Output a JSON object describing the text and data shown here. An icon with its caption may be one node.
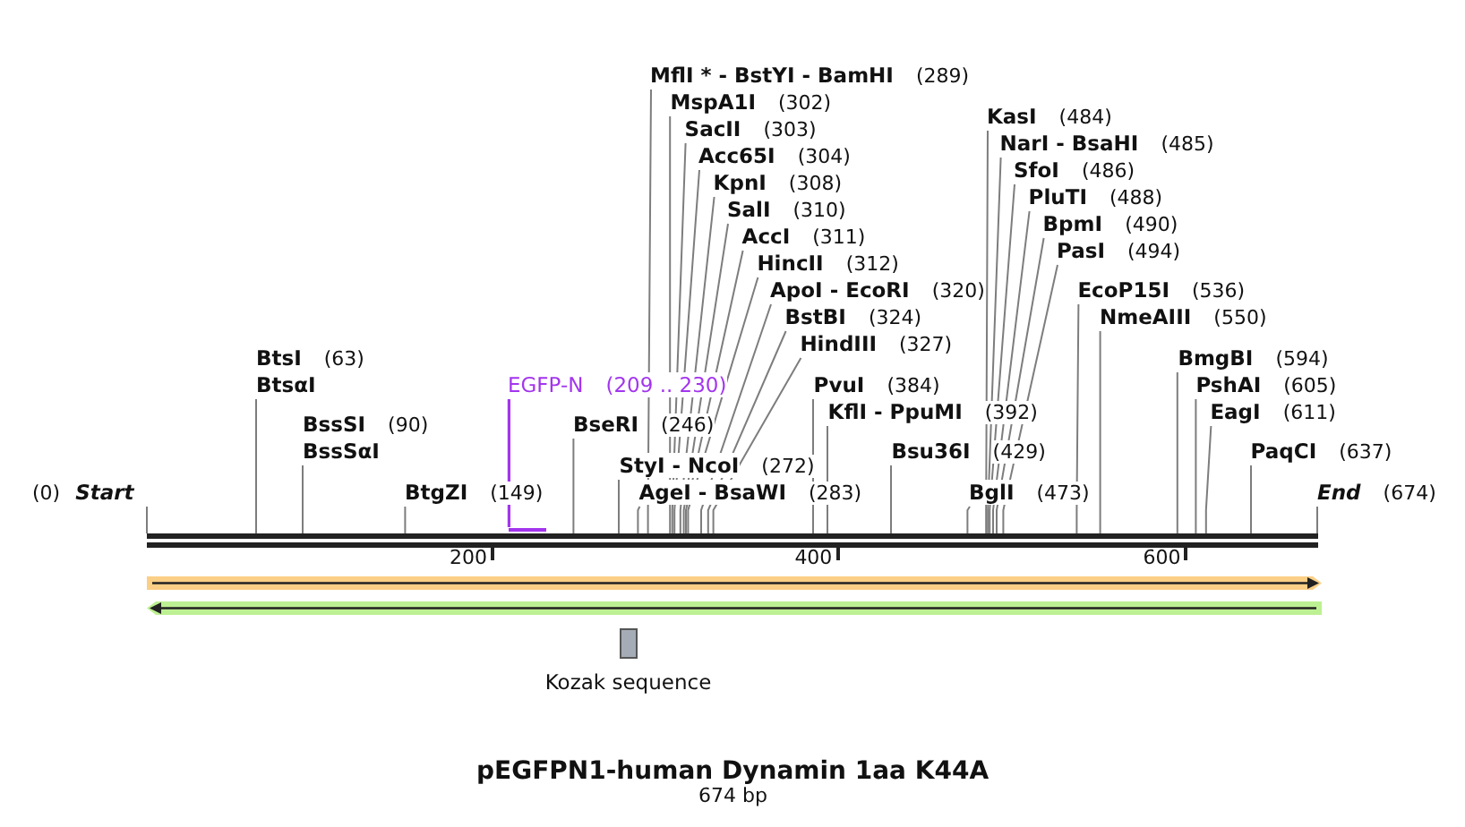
{
  "diagram": {
    "title": "pEGFPN1-human Dynamin 1aa K44A",
    "caption": "674 bp",
    "nodes": [
      {
        "text": [
          "MflI * - BstYI - BamHI",
          "(289)"
        ]
      },
      {
        "text": [
          "MspA1I",
          "(302)"
        ]
      },
      {
        "text": [
          "KasI",
          "(484)"
        ]
      },
      {
        "text": [
          "SacII",
          "(303)"
        ]
      },
      {
        "text": [
          "NarI - BsaHI",
          "(485)"
        ]
      },
      {
        "text": [
          "Acc65I",
          "(304)"
        ]
      },
      {
        "text": [
          "SfoI",
          "(486)"
        ]
      },
      {
        "text": [
          "KpnI",
          "(308)"
        ]
      },
      {
        "text": [
          "PluTI",
          "(488)"
        ]
      },
      {
        "text": [
          "SalI",
          "(310)"
        ]
      },
      {
        "text": [
          "BpmI",
          "(490)"
        ]
      },
      {
        "text": [
          "AccI",
          "(311)"
        ]
      },
      {
        "text": [
          "PasI",
          "(494)"
        ]
      },
      {
        "text": [
          "HincII",
          "(312)"
        ]
      },
      {
        "text": [
          "ApoI - EcoRI",
          "(320)"
        ]
      },
      {
        "text": [
          "EcoP15I",
          "(536)"
        ]
      },
      {
        "text": [
          "BstBI",
          "(324)"
        ]
      },
      {
        "text": [
          "NmeAIII",
          "(550)"
        ]
      },
      {
        "text": [
          "HindIII",
          "(327)"
        ]
      },
      {
        "text": [
          "BtsI",
          "(63)",
          "BtsαI"
        ]
      },
      {
        "text": [
          "BmgBI",
          "(594)"
        ]
      },
      {
        "text": [
          "EGFP-N",
          "(209 .. 230)"
        ]
      },
      {
        "text": [
          "PvuI",
          "(384)"
        ]
      },
      {
        "text": [
          "PshAI",
          "(605)"
        ]
      },
      {
        "text": [
          "KflI - PpuMI",
          "(392)"
        ]
      },
      {
        "text": [
          "EagI",
          "(611)"
        ]
      },
      {
        "text": [
          "BssSI",
          "(90)",
          "BssSαI"
        ]
      },
      {
        "text": [
          "BseRI",
          "(246)"
        ]
      },
      {
        "text": [
          "Bsu36I",
          "(429)"
        ]
      },
      {
        "text": [
          "PaqCI",
          "(637)"
        ]
      },
      {
        "text": [
          "StyI - NcoI",
          "(272)"
        ]
      },
      {
        "text": [
          "(0)",
          "Start"
        ]
      },
      {
        "text": [
          "BtgZI",
          "(149)"
        ]
      },
      {
        "text": [
          "AgeI - BsaWI",
          "(283)"
        ]
      },
      {
        "text": [
          "BglI",
          "(473)"
        ]
      },
      {
        "text": [
          "End",
          "(674)"
        ]
      },
      {
        "text": [],
        "shape": "bar"
      },
      {
        "text": [],
        "shape": "bar"
      },
      {
        "text": [],
        "shape": "box",
        "beside": [
          "Kozak sequence"
        ]
      }
    ],
    "edges": [
      {
        "from": 0,
        "to": 37,
        "arrow": "none"
      },
      {
        "from": 1,
        "to": 37,
        "arrow": "none"
      },
      {
        "from": 2,
        "to": 37,
        "arrow": "none"
      },
      {
        "from": 3,
        "to": 37,
        "arrow": "none"
      },
      {
        "from": 4,
        "to": 37,
        "arrow": "none"
      },
      {
        "from": 5,
        "to": 37,
        "arrow": "none"
      },
      {
        "from": 6,
        "to": 37,
        "arrow": "none"
      },
      {
        "from": 7,
        "to": 37,
        "arrow": "none"
      },
      {
        "from": 8,
        "to": 37,
        "arrow": "none"
      },
      {
        "from": 9,
        "to": 37,
        "arrow": "none"
      },
      {
        "from": 10,
        "to": 37,
        "arrow": "none"
      },
      {
        "from": 11,
        "to": 37,
        "arrow": "none"
      },
      {
        "from": 12,
        "to": 37,
        "arrow": "none"
      },
      {
        "from": 13,
        "to": 37,
        "arrow": "none"
      },
      {
        "from": 14,
        "to": 37,
        "arrow": "none"
      },
      {
        "from": 15,
        "to": 37,
        "arrow": "none"
      },
      {
        "from": 16,
        "to": 37,
        "arrow": "none"
      },
      {
        "from": 17,
        "to": 37,
        "arrow": "none"
      },
      {
        "from": 18,
        "to": 37,
        "arrow": "none"
      },
      {
        "from": 19,
        "to": 37,
        "arrow": "none"
      },
      {
        "from": 20,
        "to": 37,
        "arrow": "none"
      },
      {
        "from": 21,
        "to": 36,
        "arrow": "none",
        "color": "#a335ee"
      },
      {
        "from": 22,
        "to": 37,
        "arrow": "none"
      },
      {
        "from": 23,
        "to": 37,
        "arrow": "none"
      },
      {
        "from": 24,
        "to": 37,
        "arrow": "none"
      },
      {
        "from": 25,
        "to": 37,
        "arrow": "none"
      },
      {
        "from": 26,
        "to": 37,
        "arrow": "none"
      },
      {
        "from": 27,
        "to": 37,
        "arrow": "none"
      },
      {
        "from": 28,
        "to": 37,
        "arrow": "none"
      },
      {
        "from": 29,
        "to": 37,
        "arrow": "none"
      },
      {
        "from": 30,
        "to": 37,
        "arrow": "none"
      },
      {
        "from": 31,
        "to": 37,
        "arrow": "none"
      },
      {
        "from": 32,
        "to": 37,
        "arrow": "none"
      },
      {
        "from": 33,
        "to": 37,
        "arrow": "none"
      },
      {
        "from": 34,
        "to": 37,
        "arrow": "none"
      },
      {
        "from": 35,
        "to": 37,
        "arrow": "none"
      }
    ],
    "labels": [
      "200",
      "400",
      "600"
    ]
  }
}
